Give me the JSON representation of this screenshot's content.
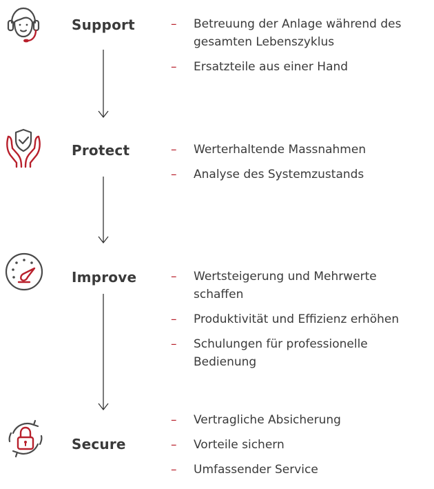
{
  "steps": [
    {
      "title": "Support",
      "icon": "headset-agent-icon",
      "bullets": [
        "Betreuung der Anlage während des gesamten Lebenszyklus",
        "Ersatzteile aus einer Hand"
      ]
    },
    {
      "title": "Protect",
      "icon": "shield-hands-icon",
      "bullets": [
        "Werterhaltende Massnahmen",
        "Analyse des Systemzustands"
      ]
    },
    {
      "title": "Improve",
      "icon": "speedometer-icon",
      "bullets": [
        "Wertsteigerung und Mehrwerte schaffen",
        "Produktivität und Effizienz erhöhen",
        "Schulungen für professionelle Bedienung"
      ]
    },
    {
      "title": "Secure",
      "icon": "padlock-refresh-icon",
      "bullets": [
        "Vertragliche Absicherung",
        "Vorteile sichern",
        "Umfassender Service"
      ]
    }
  ],
  "bullet_marker": "–",
  "colors": {
    "accent": "#b8202c",
    "icon_gray": "#4a4a4a",
    "text": "#3a3a3a"
  }
}
